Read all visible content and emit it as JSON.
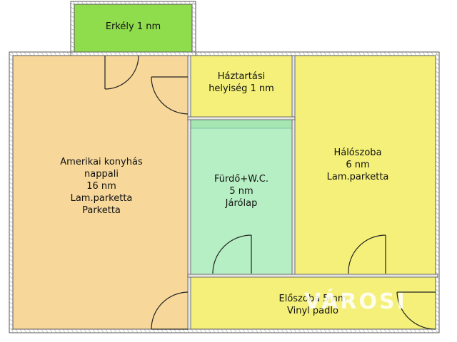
{
  "rooms": {
    "balcony": {
      "lines": [
        "Erkély 1 nm"
      ],
      "color": "#8fdc4c"
    },
    "living": {
      "lines": [
        "Amerikai konyhás",
        "nappali",
        "16 nm",
        "Lam.parketta",
        "Parketta"
      ],
      "color": "#f7d89a"
    },
    "utility": {
      "lines": [
        "Háztartási",
        "helyiség 1 nm"
      ],
      "color": "#f4f07a"
    },
    "bathroom": {
      "lines": [
        "Fürdő+W.C.",
        "5 nm",
        "Járólap"
      ],
      "color": "#b7efc4"
    },
    "bedroom": {
      "lines": [
        "Hálószoba",
        "6 nm",
        "Lam.parketta"
      ],
      "color": "#f4f07a"
    },
    "hall": {
      "lines": [
        "Előszoba 5 nm",
        "Vinyl padló"
      ],
      "color": "#f4f07a"
    }
  },
  "watermark": {
    "text": "VÁROSI"
  },
  "colors": {
    "wall": "#777777",
    "wall_outline": "#444444",
    "door": "#222222"
  }
}
